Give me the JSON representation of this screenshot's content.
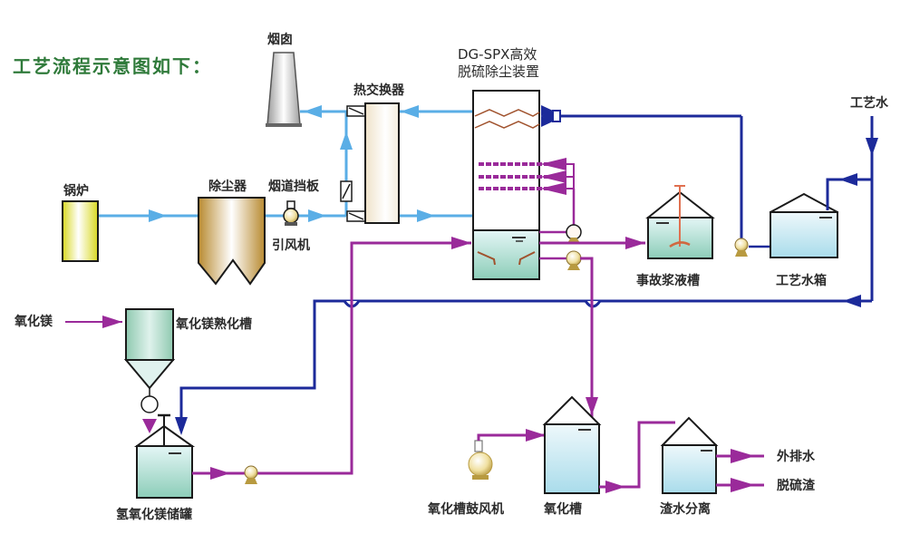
{
  "title": "工艺流程示意图如下：",
  "colors": {
    "flue_gas": "#5aaee6",
    "slurry": "#9a2a9a",
    "water": "#1c2a9a",
    "outline": "#1a1a1a",
    "tank_fill_top": "#dff3f4",
    "tank_fill_bottom": "#8fcfc0"
  },
  "equipment": {
    "boiler": "锅炉",
    "dust_collector": "除尘器",
    "flue_damper": "烟道挡板",
    "induced_fan": "引风机",
    "chimney": "烟囱",
    "heat_exchanger": "热交换器",
    "desulfurizer_line1": "DG-SPX高效",
    "desulfurizer_line2": "脱硫除尘装置",
    "process_water": "工艺水",
    "accident_tank": "事故浆液槽",
    "process_water_tank": "工艺水箱",
    "mgo_input": "氧化镁",
    "mgo_slaking_tank": "氧化镁熟化槽",
    "mgoh_storage_tank": "氢氧化镁储罐",
    "oxidation_blower": "氧化槽鼓风机",
    "oxidation_tank": "氧化槽",
    "slag_water_separation": "渣水分离",
    "effluent": "外排水",
    "desulfurization_slag": "脱硫渣"
  }
}
